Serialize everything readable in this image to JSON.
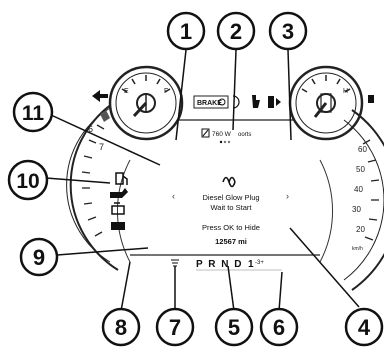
{
  "callouts": [
    "1",
    "2",
    "3",
    "4",
    "5",
    "6",
    "7",
    "8",
    "9",
    "10",
    "11"
  ],
  "left_gauge": {
    "scale_top": "F",
    "scale_bottom": "E"
  },
  "right_gauge": {
    "scale_top": "H"
  },
  "brake_indicator": "BRAKE",
  "info_bar": {
    "power_text": "760 W",
    "suffix": "oorts"
  },
  "display": {
    "message_line1": "Diesel Glow Plug",
    "message_line2": "Wait to Start",
    "prompt": "Press OK to Hide",
    "odometer": "12567 mi"
  },
  "gear_selector": {
    "gears": "P R N D",
    "current": "1",
    "suffix": "-3+"
  },
  "tach_numbers": [
    "6",
    "7"
  ],
  "speedo_numbers": [
    "60",
    "50",
    "40",
    "30",
    "20"
  ],
  "speedo_unit": "km/h"
}
